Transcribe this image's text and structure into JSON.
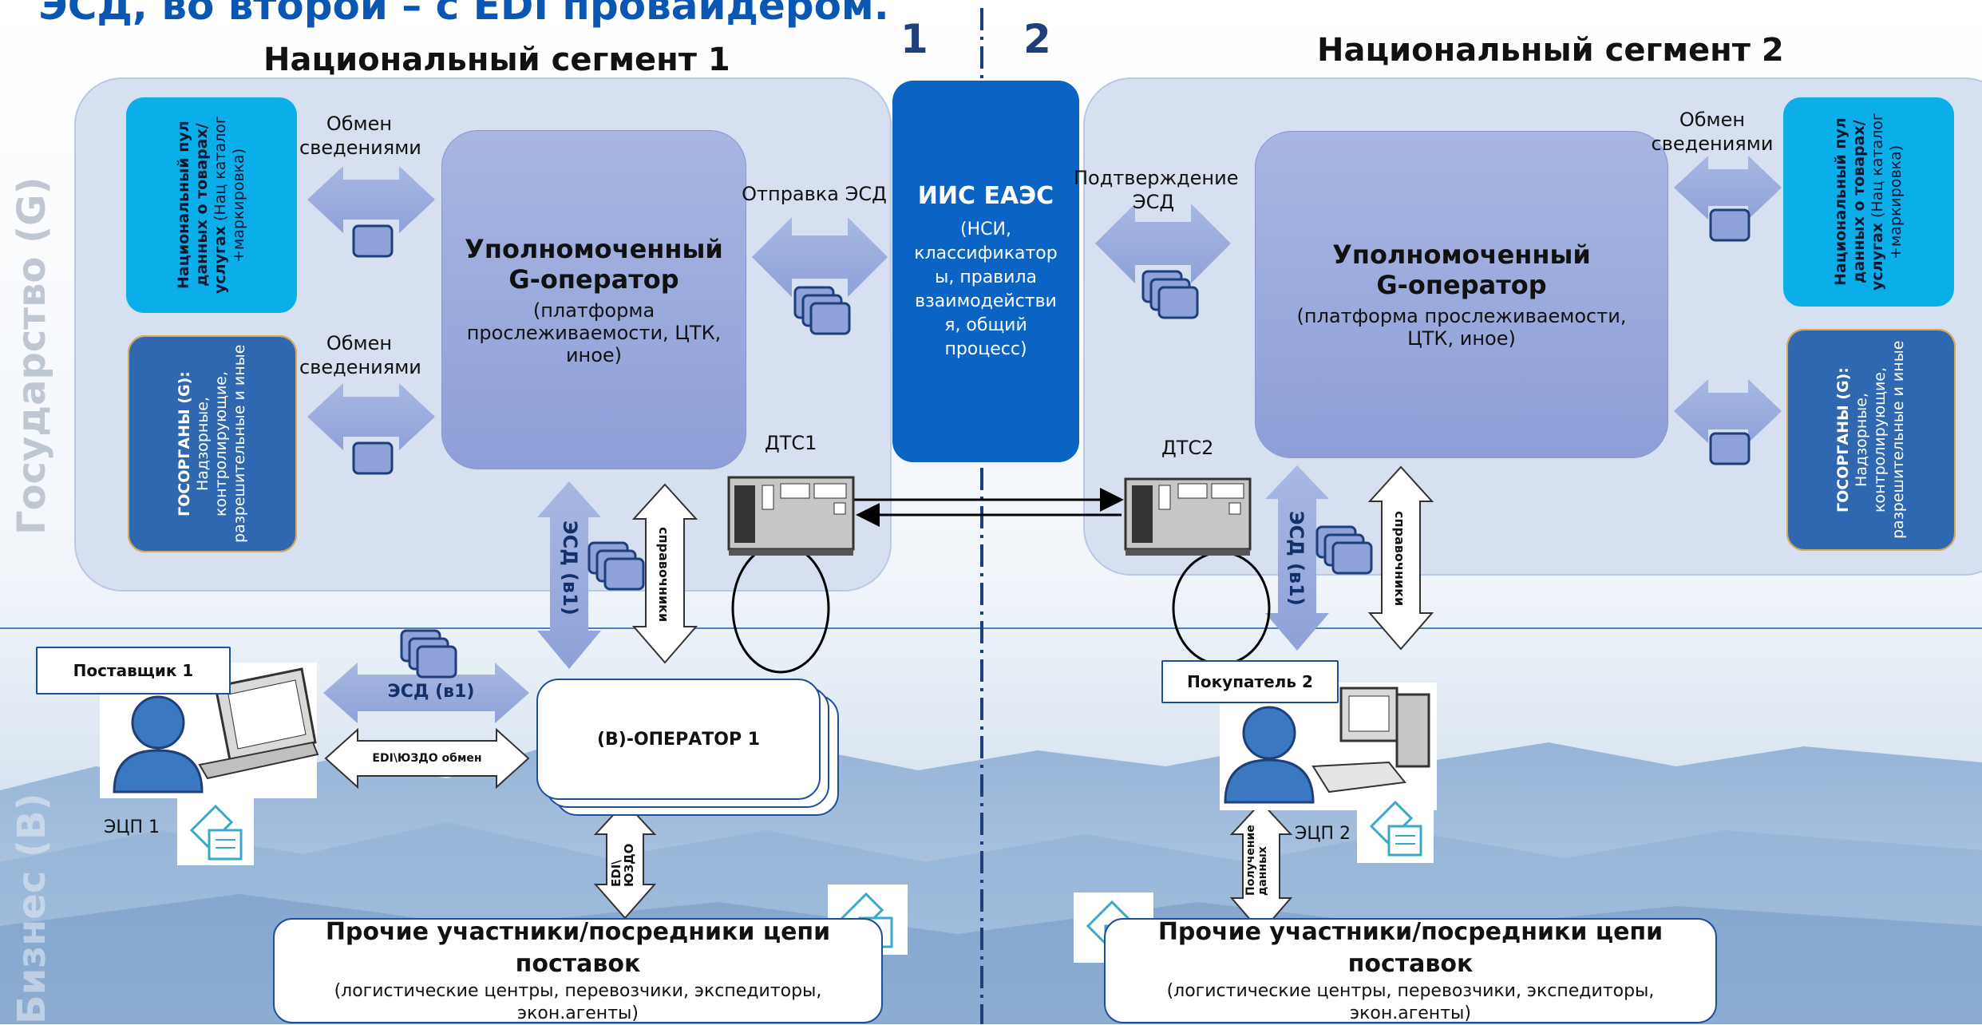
{
  "header": {
    "top_text": "ЭСД, во второй – с EDI провайдером."
  },
  "divider": {
    "left_number": "1",
    "right_number": "2"
  },
  "side_labels": {
    "government": "Государство (G)",
    "business": "Бизнес (B)"
  },
  "segment1": {
    "title": "Национальный сегмент 1",
    "pool": {
      "bold": "Национальный пул данных о товарах/услугах",
      "normal": "(Нац каталог +маркировка)"
    },
    "gov": {
      "bold": "ГОСОРГАНЫ (G):",
      "normal": "Надзорные, контролирующие, разрешительные и иные"
    },
    "exchange_top": "Обмен сведениями",
    "exchange_bottom": "Обмен сведениями",
    "operator": {
      "title1": "Уполномоченный",
      "title2": "G-оператор",
      "desc": "(платформа прослеживаемости, ЦТК, иное)"
    },
    "send_label": "Отправка ЭСД",
    "dts": "ДТС1",
    "esd_vertical": "ЭСД (в1)",
    "reference_vertical": "справочники"
  },
  "iis": {
    "title": "ИИС ЕАЭС",
    "desc": "(НСИ, классификатор ы, правила взаимодействи я, общий процесс)"
  },
  "segment2": {
    "title": "Национальный сегмент 2",
    "confirm_label": "Подтверждение ЭСД",
    "operator": {
      "title1": "Уполномоченный",
      "title2": "G-оператор",
      "desc": "(платформа прослеживаемости, ЦТК, иное)"
    },
    "exchange_top": "Обмен сведениями",
    "pool": {
      "bold": "Национальный пул данных о товарах/услугах",
      "normal": "(Нац каталог +маркировка)"
    },
    "gov": {
      "bold": "ГОСОРГАНЫ (G):",
      "normal": "Надзорные, контролирующие, разрешительные и иные"
    },
    "dts": "ДТС2",
    "esd_vertical": "ЭСД (в1)",
    "reference_vertical": "справочники"
  },
  "business": {
    "supplier": "Поставщик 1",
    "esd_arrow": "ЭСД (в1)",
    "edi_arrow": "EDI\\ЮЗДО обмен",
    "b_operator": "(В)-ОПЕРАТОР 1",
    "ecp1": "ЭЦП 1",
    "edi_vertical": "EDI\\ ЮЗДО",
    "buyer": "Покупатель 2",
    "ecp2": "ЭЦП 2",
    "receive_vertical": "Получение данных",
    "others1": {
      "title": "Прочие участники/посредники цепи поставок",
      "desc": "(логистические центры, перевозчики, экспедиторы, экон.агенты)"
    },
    "others2": {
      "title": "Прочие участники/посредники цепи поставок",
      "desc": "(логистические центры, перевозчики, экспедиторы, экон.агенты)"
    }
  },
  "colors": {
    "accent": "#0b63c3",
    "segment_bg": "#d6e0f0",
    "operator": "#9aa9dc",
    "pool": "#0aaee8",
    "gov": "#2f68b0"
  }
}
